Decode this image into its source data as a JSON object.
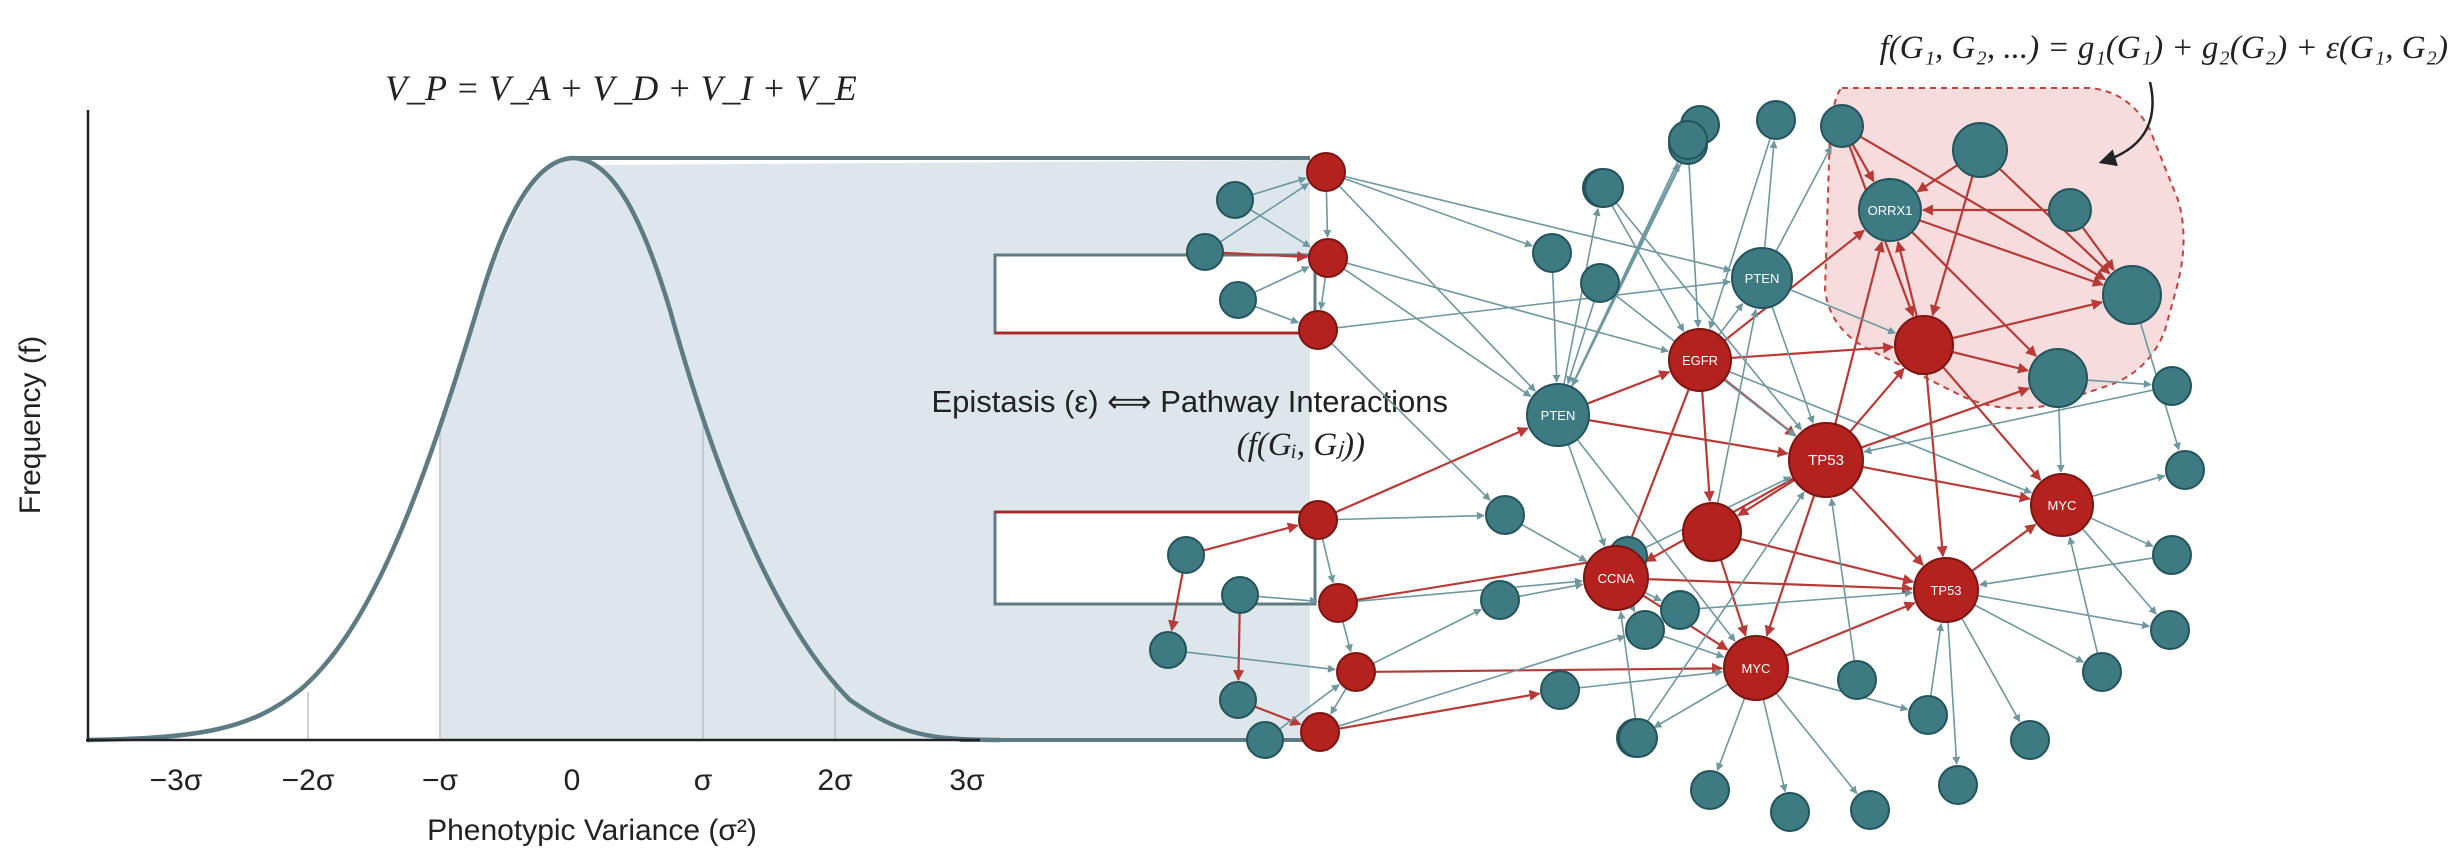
{
  "equations": {
    "variance": "V_P = V_A + V_D + V_I + V_E",
    "additive_model": "f(G₁, G₂, ...) = g₁(G₁) + g₂(G₂) + ε(G₁, G₂)"
  },
  "axes": {
    "ylabel": "Frequency (f)",
    "xlabel": "Phenotypic Variance (σ²)",
    "xticks": [
      "−3σ",
      "−2σ",
      "−σ",
      "0",
      "σ",
      "2σ",
      "3σ"
    ]
  },
  "center_label": {
    "line1": "Epistasis (ε) ⟺ Pathway Interactions",
    "line2": "(f(Gᵢ, Gⱼ))"
  },
  "gene_labels": {
    "foxo": "ORRX1",
    "pten_top": "PTEN",
    "pten_left": "PTEN",
    "egfr": "EGFR",
    "tp53_center": "TP53",
    "myc_right": "MYC",
    "ccna": "CCNA",
    "tp53_lower": "TP53",
    "myc_bottom": "MYC"
  },
  "colors": {
    "teal": "#3d7a82",
    "red": "#b3221f",
    "curve": "#5e7b84",
    "fill": "#dde6ea",
    "edge_teal": "#6f97a0",
    "edge_red": "#b73a36",
    "highlight": "#f6dcdc"
  }
}
